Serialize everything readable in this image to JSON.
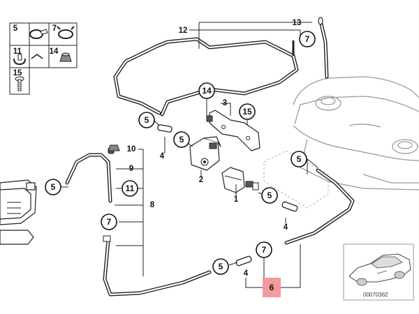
{
  "legend": {
    "cells": [
      {
        "label": "5",
        "part": "hose-clamp"
      },
      {
        "label": "7",
        "part": "spring-clamp"
      },
      {
        "label": "11",
        "part": "clip"
      },
      {
        "label": "14",
        "part": "rubber-grommet"
      },
      {
        "label": "15",
        "part": "hex-bolt"
      }
    ]
  },
  "callouts": {
    "c13": "13",
    "c12": "12",
    "c7_top": "7",
    "c14_mid": "14",
    "c3": "3",
    "c15_mid": "15",
    "c5_a": "5",
    "c5_b": "5",
    "c4_a": "4",
    "c2": "2",
    "c10": "10",
    "c9": "9",
    "c11_mid": "11",
    "c8": "8",
    "c5_left": "5",
    "c7_left": "7",
    "c1": "1",
    "c5_c": "5",
    "c5_d": "5",
    "c4_b": "4",
    "c7_bottom": "7",
    "c5_bottom": "5",
    "c4_c": "4",
    "c6": "6"
  },
  "inset": {
    "drawing_id": "00070362"
  },
  "colors": {
    "highlight": "#f39a9a",
    "line": "#222222",
    "tank": "#9a9a9a"
  }
}
